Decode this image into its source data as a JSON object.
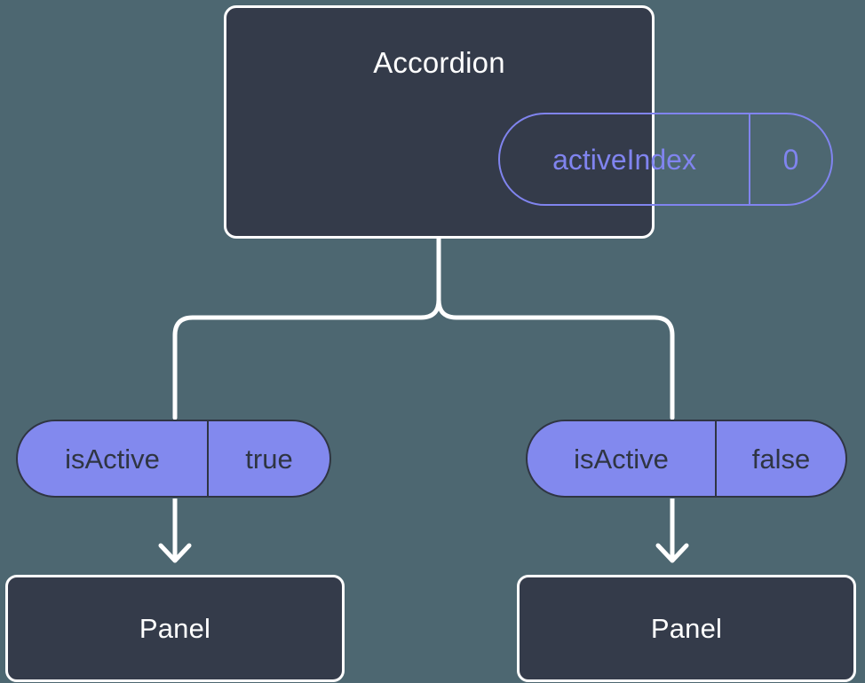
{
  "diagram": {
    "background_color": "#4d6771",
    "node_fill": "#343b4a",
    "node_border": "#ffffff",
    "state_accent": "#8084ef",
    "prop_fill": "#8289ee",
    "prop_text": "#2f3542",
    "connector_color": "#ffffff"
  },
  "root": {
    "title": "Accordion",
    "state": {
      "key": "activeIndex",
      "value": "0"
    }
  },
  "children": [
    {
      "prop": {
        "key": "isActive",
        "value": "true"
      },
      "title": "Panel"
    },
    {
      "prop": {
        "key": "isActive",
        "value": "false"
      },
      "title": "Panel"
    }
  ]
}
